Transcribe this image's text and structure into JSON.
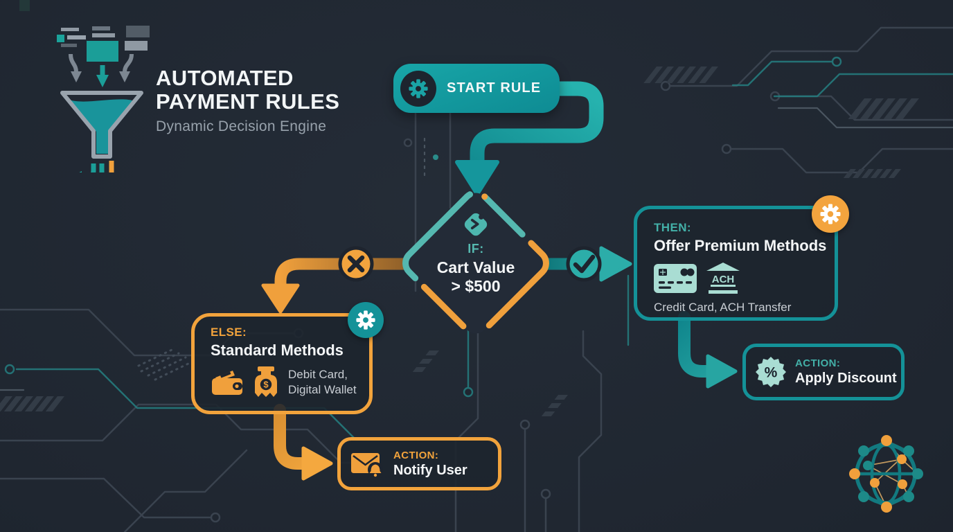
{
  "brand": {
    "title_line1": "AUTOMATED",
    "title_line2": "PAYMENT RULES",
    "subtitle": "Dynamic Decision Engine"
  },
  "flow": {
    "start": {
      "label": "START RULE"
    },
    "condition": {
      "prefix": "IF:",
      "title_line1": "Cart Value",
      "title_line2": "> $500"
    },
    "then_branch": {
      "prefix": "THEN:",
      "title": "Offer Premium Methods",
      "caption": "Credit Card, ACH Transfer",
      "ach_icon_label": "ACH"
    },
    "else_branch": {
      "prefix": "ELSE:",
      "title": "Standard Methods",
      "caption_line1": "Debit Card,",
      "caption_line2": "Digital Wallet",
      "dollar_icon_label": "$"
    },
    "discount_action": {
      "prefix": "ACTION:",
      "title": "Apply Discount",
      "percent_icon_label": "%"
    },
    "notify_action": {
      "prefix": "ACTION:",
      "title": "Notify User"
    }
  },
  "colors": {
    "background": "#1f2630",
    "teal": "#149298",
    "teal_bright": "#2cada9",
    "orange": "#f2a33c",
    "text_primary": "#f4f6f7",
    "text_muted": "#98a2ac",
    "caption": "#c9ced4"
  }
}
